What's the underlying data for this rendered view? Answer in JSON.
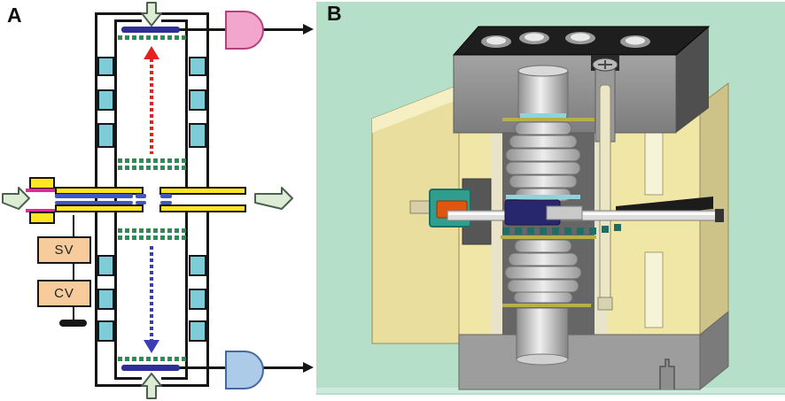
{
  "figure": {
    "panel_a": {
      "label": "A",
      "sv_label": "SV",
      "cv_label": "CV",
      "parts": [
        "drift-tube-schematic",
        "ion-gates",
        "drift-rings",
        "detector-plates",
        "amplifiers",
        "gas-flow-arrows",
        "sample-inlet-capillary",
        "switching-voltage-box",
        "compensation-voltage-box",
        "ground"
      ]
    },
    "panel_b": {
      "label": "B",
      "parts": [
        "3d-cutaway-render",
        "mounting-block",
        "bolt-holes",
        "upper-ring-stack",
        "lower-ring-stack",
        "detector-cylinders",
        "inlet-fitting",
        "transfer-tube",
        "base-block"
      ]
    }
  },
  "colors": {
    "panel_b_bg": "#b6dfca",
    "tube_yellow": "#ffe71f",
    "ring_cyan": "#7eccd8",
    "gate_green": "#2e8a57",
    "detector_navy": "#2e2f96",
    "drift_red": "#e62020",
    "drift_blue": "#3c3cb4",
    "amp_pink": "#f2a6cd",
    "amp_blue": "#accbe9",
    "box_peach": "#f8cb9d",
    "magenta": "#e8259a",
    "flow_green": "#dcecd5",
    "capillary_blue": "#4356c0",
    "body_yellow": "#f0e6a6",
    "metal_gray": "#9d9d9d",
    "fitting_teal": "#2f9e8e",
    "ferrule_orange": "#e0560f"
  }
}
